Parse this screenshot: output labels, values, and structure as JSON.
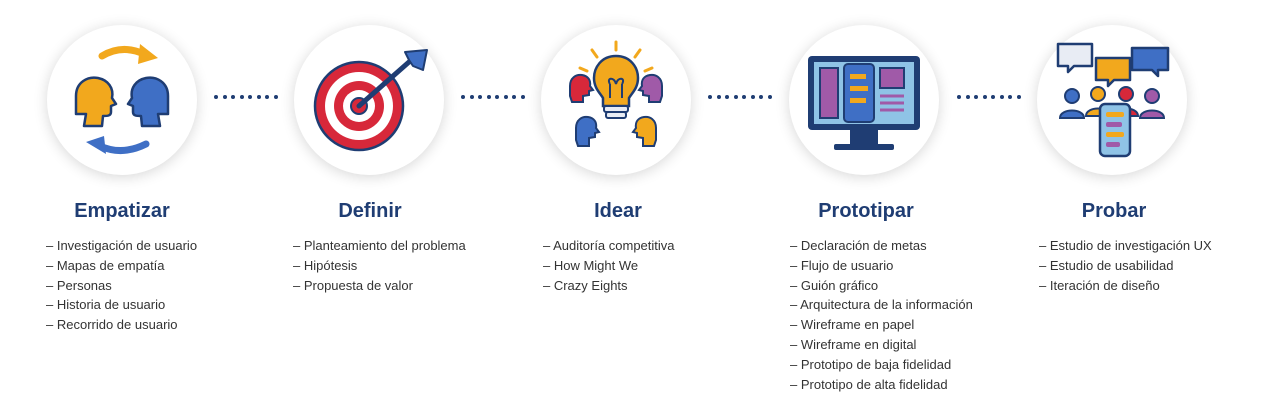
{
  "colors": {
    "navy": "#1f3d73",
    "blue": "#3f6fc5",
    "orange": "#f2a81d",
    "red": "#d7283a",
    "purple": "#a05aa8"
  },
  "stages": [
    {
      "title": "Empatizar",
      "icon": "empathize-heads-cycle-icon",
      "items": [
        "Investigación de usuario",
        "Mapas de empatía",
        "Personas",
        "Historia de usuario",
        "Recorrido de usuario"
      ]
    },
    {
      "title": "Definir",
      "icon": "target-arrow-icon",
      "items": [
        "Planteamiento del problema",
        "Hipótesis",
        "Propuesta de valor"
      ]
    },
    {
      "title": "Idear",
      "icon": "lightbulb-heads-icon",
      "items": [
        "Auditoría competitiva",
        "How Might We",
        "Crazy Eights"
      ]
    },
    {
      "title": "Prototipar",
      "icon": "monitor-wireframe-icon",
      "items": [
        "Declaración de metas",
        "Flujo de usuario",
        "Guión gráfico",
        "Arquitectura de la información",
        "Wireframe en papel",
        "Wireframe en digital",
        "Prototipo de baja fidelidad",
        "Prototipo de alta fidelidad"
      ]
    },
    {
      "title": "Probar",
      "icon": "user-testing-chat-icon",
      "items": [
        "Estudio de investigación UX",
        "Estudio de usabilidad",
        "Iteración de diseño"
      ]
    }
  ]
}
